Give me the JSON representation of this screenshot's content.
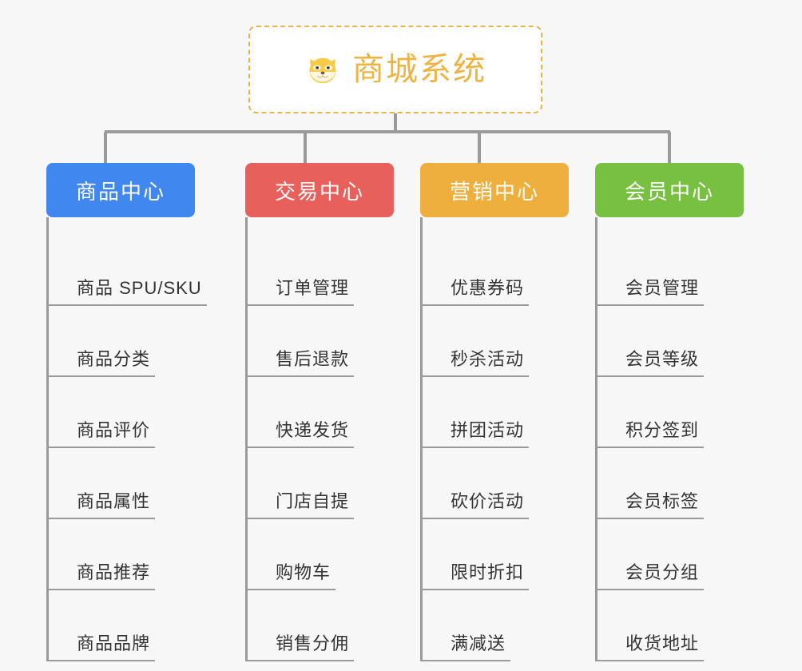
{
  "diagram": {
    "title": "商城系统",
    "root_icon": "shiba-dog-face-icon",
    "colors": {
      "background": "#f7f7f7",
      "root_border": "#e8b44a",
      "root_text": "#edb441",
      "connector": "#9a9a9a",
      "leaf_text": "#333333",
      "product_center": "#4187f0",
      "trade_center": "#e8605b",
      "marketing_center": "#eeaf3c",
      "member_center": "#78c042"
    },
    "branches": [
      {
        "label": "商品中心",
        "color_key": "product_center",
        "items": [
          "商品 SPU/SKU",
          "商品分类",
          "商品评价",
          "商品属性",
          "商品推荐",
          "商品品牌"
        ]
      },
      {
        "label": "交易中心",
        "color_key": "trade_center",
        "items": [
          "订单管理",
          "售后退款",
          "快递发货",
          "门店自提",
          "购物车",
          "销售分佣"
        ]
      },
      {
        "label": "营销中心",
        "color_key": "marketing_center",
        "items": [
          "优惠券码",
          "秒杀活动",
          "拼团活动",
          "砍价活动",
          "限时折扣",
          "满减送"
        ]
      },
      {
        "label": "会员中心",
        "color_key": "member_center",
        "items": [
          "会员管理",
          "会员等级",
          "积分签到",
          "会员标签",
          "会员分组",
          "收货地址"
        ]
      }
    ]
  }
}
